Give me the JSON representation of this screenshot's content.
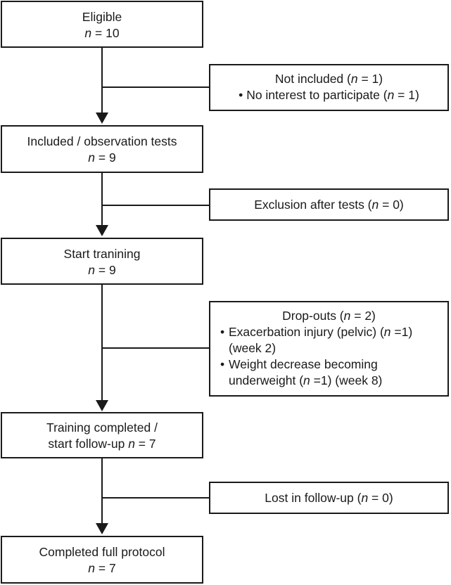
{
  "eligible": {
    "title": "Eligible",
    "n_label": "n",
    "n_value": " = 10"
  },
  "not_included": {
    "title_pre": "Not included (",
    "n_label": "n",
    "title_post": " = 1)",
    "bullet": "•",
    "item_pre": "No interest to participate (",
    "item_n": "n",
    "item_post": " = 1)"
  },
  "included": {
    "title": "Included / observation tests",
    "n_label": "n",
    "n_value": " = 9"
  },
  "exclusion": {
    "pre": "Exclusion after tests (",
    "n_label": "n",
    "post": " = 0)"
  },
  "start_training": {
    "title": "Start tranining",
    "n_label": "n",
    "n_value": " = 9"
  },
  "dropouts": {
    "title_pre": "Drop-outs (",
    "n_label": "n",
    "title_post": " = 2)",
    "bullet": "•",
    "item1_pre": "Exacerbation injury (pelvic) (",
    "item1_n": "n",
    "item1_post": " =1)",
    "item1_line2": "(week 2)",
    "item2_line1": "Weight decrease becoming",
    "item2_pre": "underweight (",
    "item2_n": "n",
    "item2_post": " =1) (week 8)"
  },
  "training_completed": {
    "line1": "Training completed /",
    "line2_pre": "start follow-up ",
    "n_label": "n",
    "n_value": " = 7"
  },
  "lost": {
    "pre": "Lost in follow-up (",
    "n_label": "n",
    "post": " = 0)"
  },
  "completed": {
    "title": "Completed full protocol",
    "n_label": "n",
    "n_value": " = 7"
  }
}
